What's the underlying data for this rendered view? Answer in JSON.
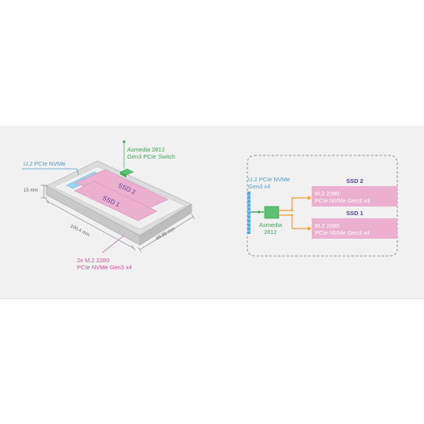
{
  "left": {
    "u2_label": "U.2 PCIe NVMe",
    "chip_label_1": "Asmedia 2812",
    "chip_label_2": "Gen3 PCIe Switch",
    "ssd1": "SSD 1",
    "ssd2": "SSD 2",
    "height_dim": "15 mm",
    "length_dim": "100.4 mm",
    "width_dim": "69.85 mm",
    "m2_label_1": "2x M.2 2280",
    "m2_label_2": "PCIe NVMe Gen3 x4"
  },
  "right": {
    "u2_label_1": "U.2 PCIe NVMe",
    "u2_label_2": "Gen3 x4",
    "chip_label_1": "Asmedia",
    "chip_label_2": "2812",
    "ssd2_title": "SSD 2",
    "ssd2_line1": "M.2 2280",
    "ssd2_line2": "PCIe NVMe Gen3 x4",
    "ssd1_title": "SSD 1",
    "ssd1_line1": "M.2 2280",
    "ssd1_line2": "PCIe NVMe Gen3 x4"
  },
  "colors": {
    "blue": "#4a9fcf",
    "green": "#3fa655",
    "pink": "#d04f9a",
    "ssd_fill": "#ebb0d0",
    "connector_orange": "#f0a94b"
  }
}
